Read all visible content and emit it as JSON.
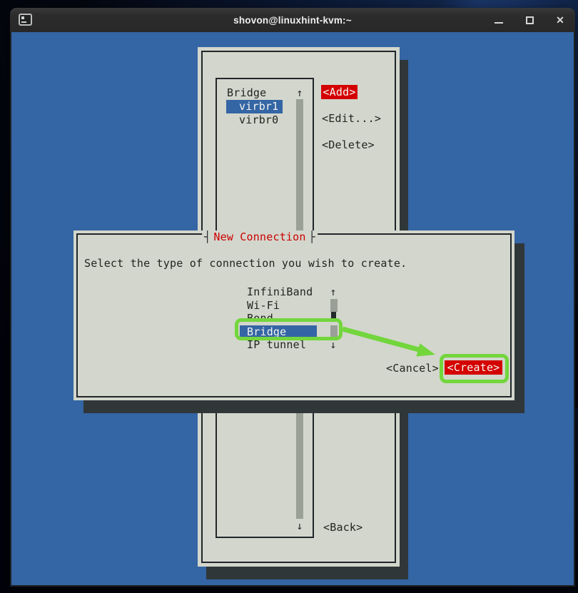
{
  "window": {
    "title": "shovon@linuxhint-kvm:~",
    "minimize_glyph": "–",
    "close_glyph": "✕"
  },
  "main_dialog": {
    "group_label": "Bridge",
    "scroll_up": "↑",
    "scroll_down": "↓",
    "connections": [
      {
        "label": "virbr1",
        "selected": true
      },
      {
        "label": "virbr0",
        "selected": false
      }
    ],
    "buttons": [
      {
        "label": "<Add>",
        "active": true
      },
      {
        "label": "<Edit...>",
        "active": false
      },
      {
        "label": "<Delete>",
        "active": false
      },
      {
        "label": "<Back>",
        "active": false
      }
    ]
  },
  "popup": {
    "title": "New Connection",
    "title_left_tick": "┤",
    "title_right_tick": "├",
    "message": "Select the type of connection you wish to create.",
    "scroll_up": "↑",
    "scroll_down": "↓",
    "types": [
      {
        "label": "InfiniBand",
        "selected": false
      },
      {
        "label": "Wi-Fi",
        "selected": false
      },
      {
        "label": "Bond",
        "selected": false
      },
      {
        "label": "Bridge",
        "selected": true
      },
      {
        "label": "IP tunnel",
        "selected": false
      }
    ],
    "buttons": [
      {
        "label": "<Cancel>",
        "active": false
      },
      {
        "label": "<Create>",
        "active": true
      }
    ]
  },
  "colors": {
    "terminal_blue": "#3465a4",
    "dialog_bg": "#d3d6cc",
    "accent_red": "#cc0000",
    "button_red": "#d40000",
    "selection_blue": "#3465a4",
    "annotation_green": "#72d63c",
    "shadow_gray": "#303739",
    "scrollbar_gray": "#9aa096"
  }
}
